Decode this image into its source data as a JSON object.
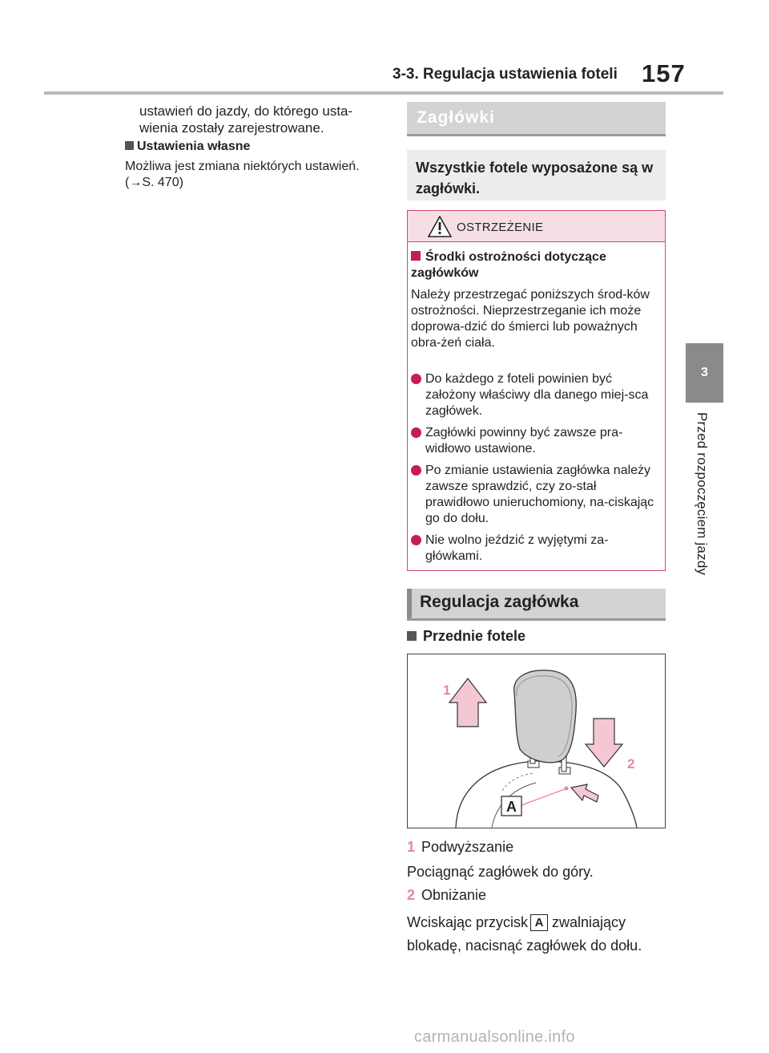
{
  "header": {
    "section_title": "3-3. Regulacja ustawienia foteli",
    "page_number": "157"
  },
  "side_tab": {
    "chapter_number": "3",
    "chapter_title": "Przed rozpoczęciem jazdy"
  },
  "left_column": {
    "continued_text": "ustawień do jazdy, do którego usta-wienia zostały zarejestrowane.",
    "heading": "Ustawienia własne",
    "body_prefix": "Możliwa jest zmiana niektórych ustawień.",
    "body_ref": "(→S. 470)"
  },
  "zaglowki": {
    "banner_title": "Zagłówki",
    "intro": "Wszystkie fotele wyposażone są w zagłówki."
  },
  "warning": {
    "title": "OSTRZEŻENIE",
    "subheading": "Środki ostrożności dotyczące zagłówków",
    "intro": "Należy przestrzegać poniższych środ-ków ostrożności. Nieprzestrzeganie ich może doprowa-dzić do śmierci lub poważnych obra-żeń ciała.",
    "items": [
      "Do każdego z foteli powinien być założony właściwy dla danego miej-sca zagłówek.",
      "Zagłówki powinny być zawsze pra-widłowo ustawione.",
      "Po zmianie ustawienia zagłówka należy zawsze sprawdzić, czy zo-stał prawidłowo unieruchomiony, na-ciskając go do dołu.",
      "Nie wolno jeździć z wyjętymi za-główkami."
    ],
    "accent_color": "#c41d52"
  },
  "regulacja": {
    "banner_title": "Regulacja zagłówka",
    "subheading": "Przednie fotele",
    "figure": {
      "label_1": "1",
      "label_2": "2",
      "label_a": "A"
    },
    "steps": [
      {
        "number": "1",
        "title": "Podwyższanie",
        "desc": "Pociągnąć zagłówek do góry."
      },
      {
        "number": "2",
        "title": "Obniżanie",
        "desc_before": "Wciskając przycisk",
        "button": "A",
        "desc_after": "zwalniający blokadę, nacisnąć zagłówek do dołu."
      }
    ]
  },
  "watermark": "carmanualsonline.info"
}
